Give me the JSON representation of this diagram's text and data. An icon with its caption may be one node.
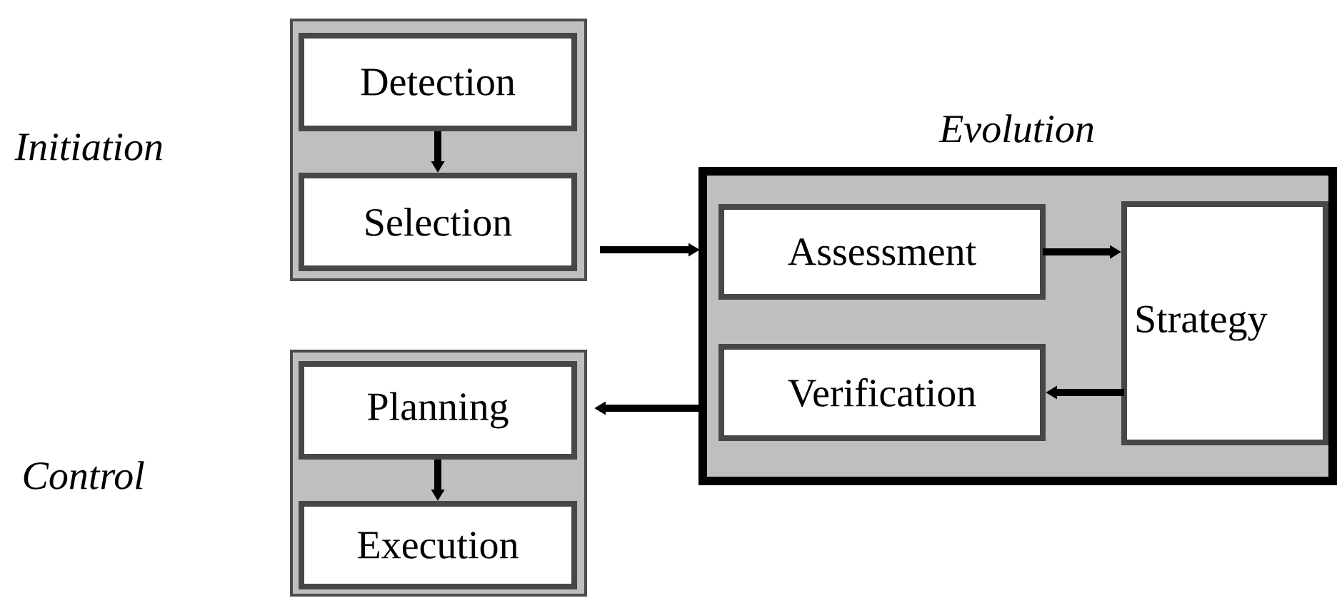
{
  "diagram": {
    "nodes": [
      {
        "text": [
          "Initiation"
        ]
      },
      {
        "text": [
          "Detection"
        ],
        "in": 0
      },
      {
        "text": [
          "Selection"
        ],
        "in": 0
      },
      {
        "text": [
          "Evolution"
        ]
      },
      {
        "text": [
          "Assessment"
        ],
        "in": 3
      },
      {
        "text": [
          "Verification"
        ],
        "in": 3
      },
      {
        "text": [
          "Strategy"
        ],
        "in": 3
      },
      {
        "text": [
          "Control"
        ]
      },
      {
        "text": [
          "Planning"
        ],
        "in": 7
      },
      {
        "text": [
          "Execution"
        ],
        "in": 7
      }
    ],
    "edges": [
      {
        "from": 1,
        "to": 2,
        "arrow": "to"
      },
      {
        "from": 0,
        "to": 3,
        "arrow": "to"
      },
      {
        "from": 4,
        "to": 6,
        "arrow": "to"
      },
      {
        "from": 6,
        "to": 5,
        "arrow": "to"
      },
      {
        "from": 3,
        "to": 7,
        "arrow": "to"
      },
      {
        "from": 8,
        "to": 9,
        "arrow": "to"
      }
    ]
  }
}
